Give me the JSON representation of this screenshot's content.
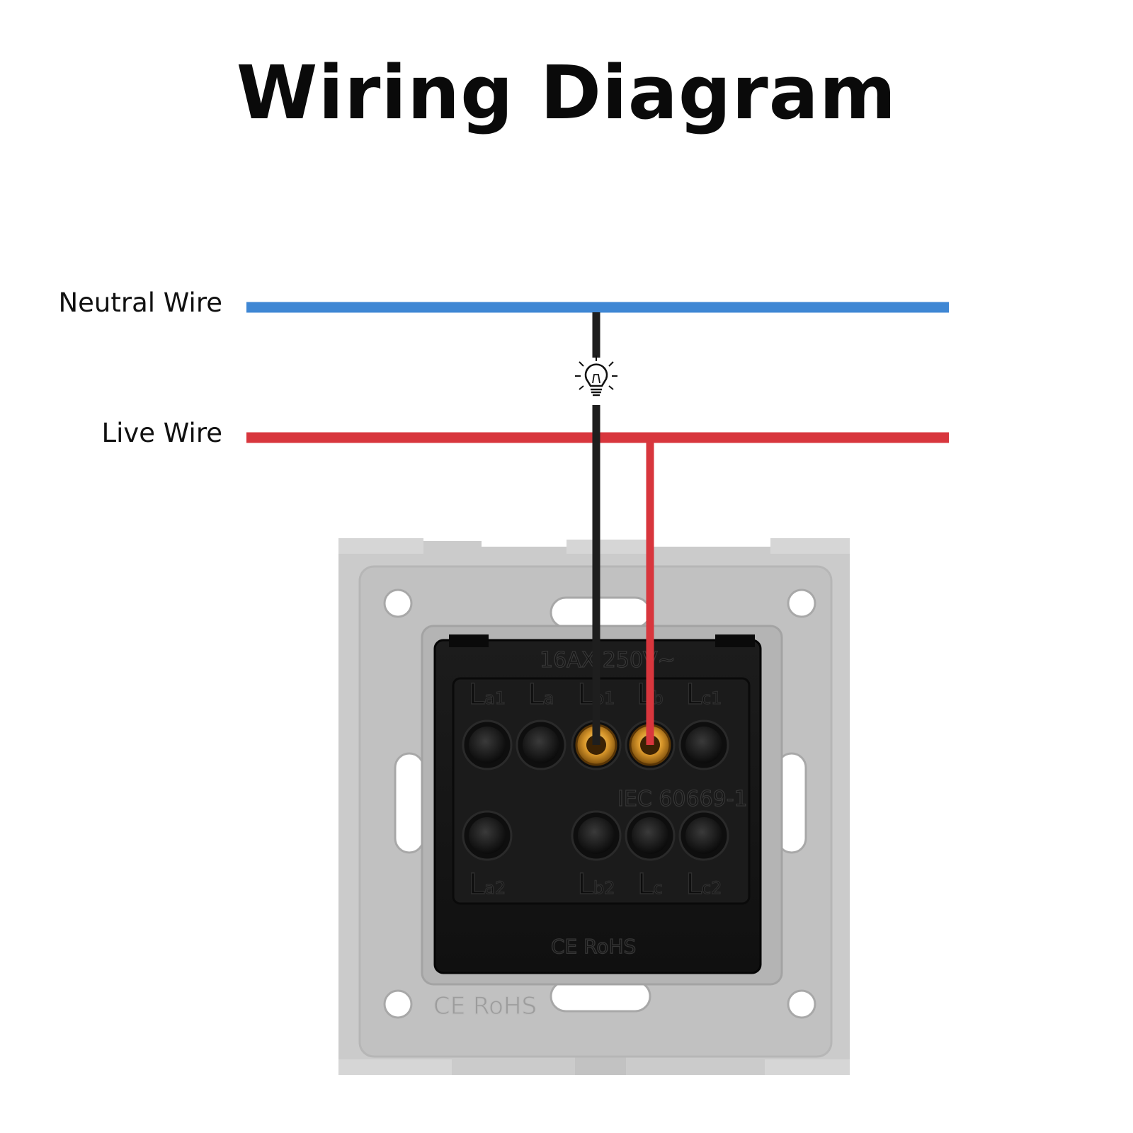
{
  "title": "Wiring Diagram",
  "wires": {
    "neutral": {
      "label": "Neutral Wire",
      "color": "#3f87d4"
    },
    "live": {
      "label": "Live Wire",
      "color": "#d8363d"
    },
    "load": {
      "color": "#1e1e1e"
    }
  },
  "load_icon": "light-bulb-icon",
  "switch": {
    "rating": "16AX 250V~",
    "standard": "IEC 60669-1",
    "marks": "CE RoHS",
    "plate_color": "#c4c4c4",
    "body_color": "#141414",
    "contact_color": "#d89a2a",
    "terminals_top": [
      "La1",
      "La",
      "Lb1",
      "Lb",
      "Lc1"
    ],
    "terminals_bottom": [
      "La2",
      "Lb2",
      "Lc",
      "Lc2"
    ]
  }
}
